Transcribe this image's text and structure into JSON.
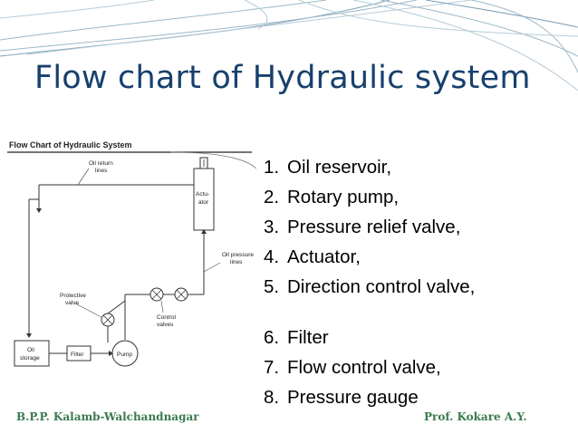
{
  "slide_title": "Flow chart of Hydraulic system",
  "diagram": {
    "title": "Flow Chart of Hydraulic System",
    "labels": {
      "oil_return_1": "Oil return",
      "oil_return_2": "lines",
      "actuator_1": "Actu-",
      "actuator_2": "ator",
      "oil_pressure_1": "Oil pressure",
      "oil_pressure_2": "lines",
      "protective_1": "Protective",
      "protective_2": "valve",
      "control_1": "Control",
      "control_2": "valves",
      "oil_storage_1": "Oil",
      "oil_storage_2": "storage",
      "filter": "Filter",
      "pump": "Pump"
    }
  },
  "components": [
    {
      "num": "1.",
      "text": "Oil reservoir,"
    },
    {
      "num": "2.",
      "text": "Rotary pump,"
    },
    {
      "num": "3.",
      "text": "Pressure relief valve,"
    },
    {
      "num": "4.",
      "text": "Actuator,"
    },
    {
      "num": "5.",
      "text": "Direction control valve,"
    },
    {
      "num": "6.",
      "text": "Filter"
    },
    {
      "num": "7.",
      "text": "Flow control valve,"
    },
    {
      "num": "8.",
      "text": "Pressure gauge"
    }
  ],
  "footer": {
    "left": "B.P.P. Kalamb-Walchandnagar",
    "right": "Prof. Kokare A.Y."
  },
  "colors": {
    "title": "#17406d",
    "footer": "#3a7a4e",
    "decor": "#5f8fa8"
  }
}
